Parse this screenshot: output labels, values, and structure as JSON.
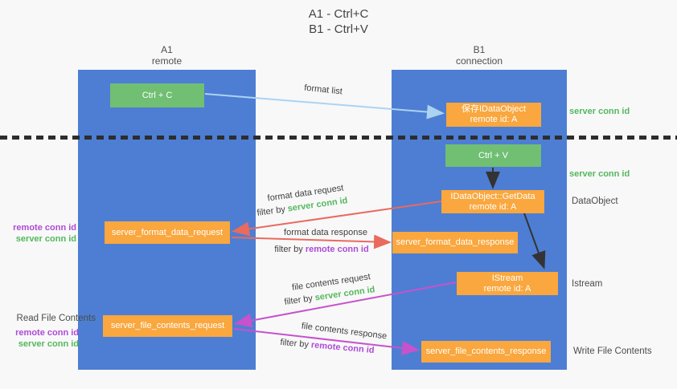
{
  "title": {
    "line1": "A1 - Ctrl+C",
    "line2": "B1 - Ctrl+V"
  },
  "columns": {
    "a1": {
      "name": "A1",
      "role": "remote"
    },
    "b1": {
      "name": "B1",
      "role": "connection"
    }
  },
  "nodes": {
    "ctrl_c": {
      "label": "Ctrl + C"
    },
    "save_dataobject": {
      "line1": "保存IDataObject",
      "line2": "remote id: A"
    },
    "ctrl_v": {
      "label": "Ctrl + V"
    },
    "getdata": {
      "line1": "IDataObject::GetData",
      "line2": "remote id: A"
    },
    "format_request": {
      "label": "server_format_data_request"
    },
    "format_response": {
      "label": "server_format_data_response"
    },
    "istream": {
      "line1": "IStream",
      "line2": "remote id: A"
    },
    "file_request": {
      "label": "server_file_contents_request"
    },
    "file_response": {
      "label": "server_file_contents_response"
    }
  },
  "edge_labels": {
    "format_list": "format list",
    "format_data_request": "format data request",
    "filter1_prefix": "filter by ",
    "filter1_value": "server conn id",
    "format_data_response": "format data response",
    "filter2_prefix": "filter by ",
    "filter2_value": "remote conn id",
    "file_contents_request": "file contents request",
    "filter3_prefix": "filter by ",
    "filter3_value": "server conn id",
    "file_contents_response": "file contents response",
    "filter4_prefix": "filter by ",
    "filter4_value": "remote conn id"
  },
  "side_labels": {
    "right_server_conn_1": "server conn id",
    "right_server_conn_2": "server conn id",
    "dataobject": "DataObject",
    "istream": "Istream",
    "write_file": "Write File Contents",
    "left_remote_conn_1": "remote conn id",
    "left_server_conn_1": "server conn id",
    "read_file": "Read File Contents",
    "left_remote_conn_2": "remote conn id",
    "left_server_conn_2": "server conn id"
  },
  "colors": {
    "column-blue": "#4d7ed3",
    "box-orange": "#f9a73e",
    "box-green": "#70bf73",
    "green-text": "#53b85c",
    "purple-text": "#ae4bd5",
    "red-arrow": "#e96a5e",
    "purple-arrow": "#c653cb",
    "lightblue-arrow": "#abd3f2",
    "black-arrow": "#333333",
    "background": "#f8f8f9"
  }
}
